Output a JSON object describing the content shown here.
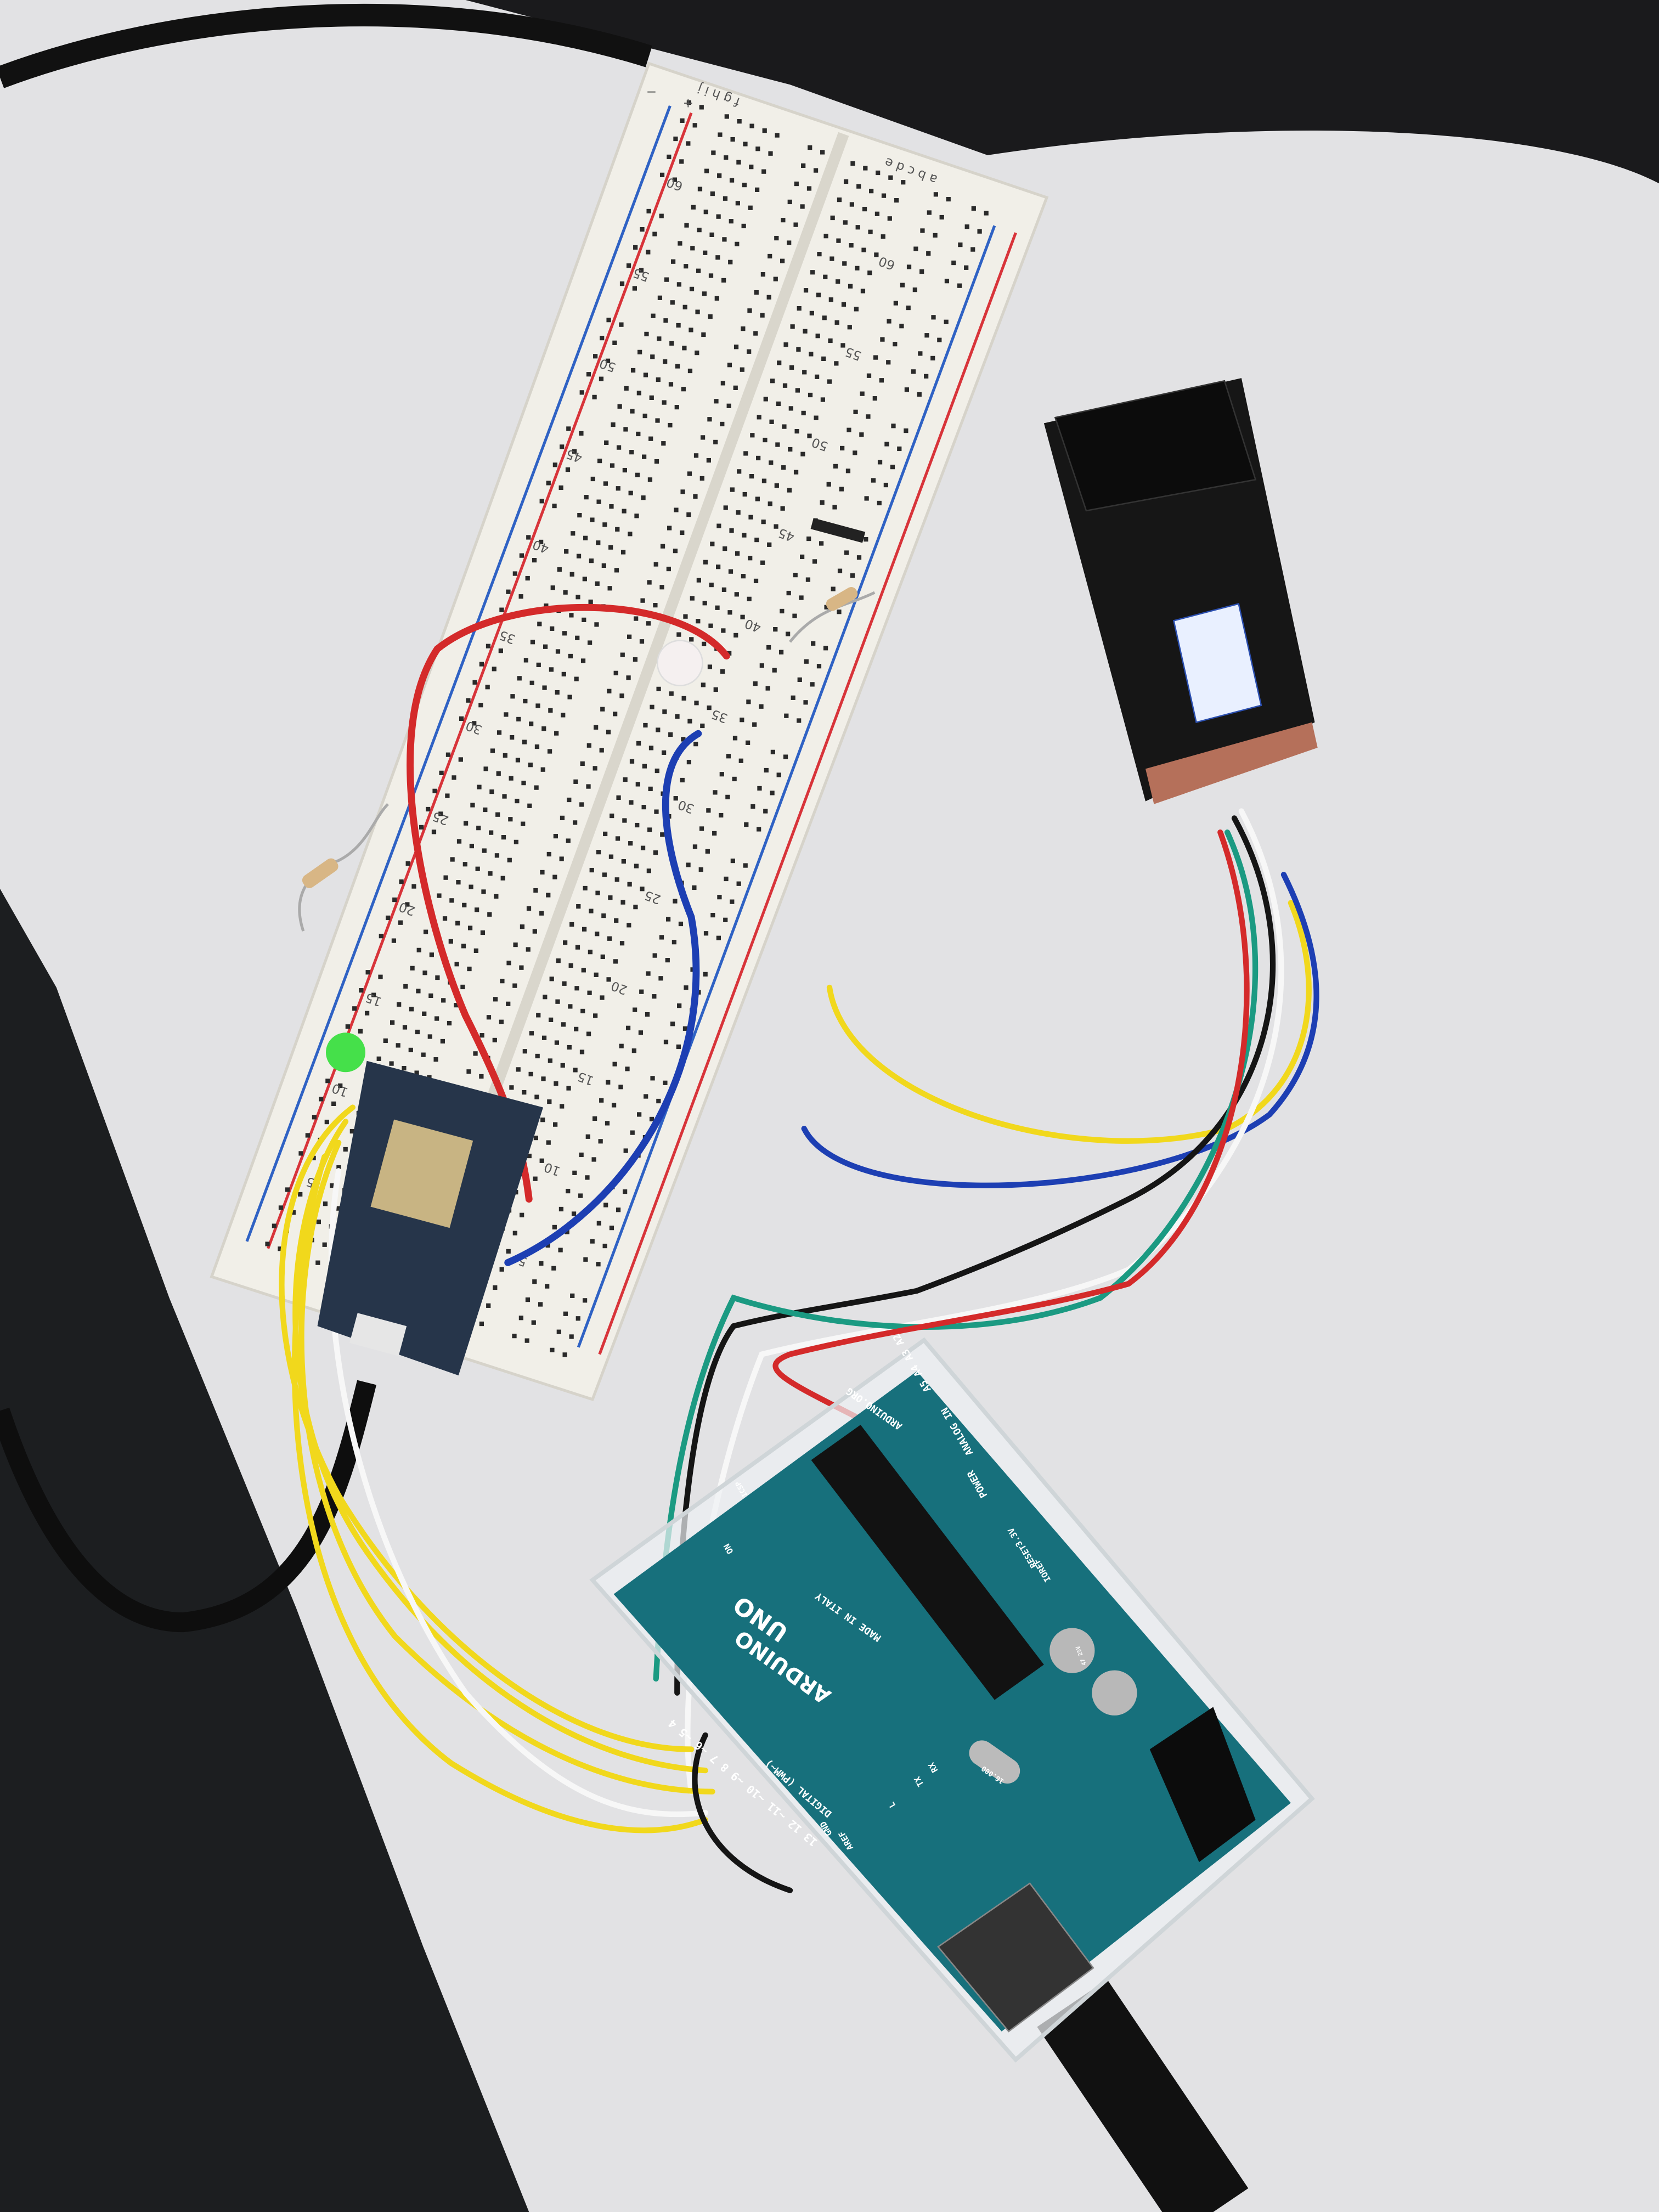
{
  "scene": {
    "description_type": "photo",
    "colors": {
      "table": "#e2e2e4",
      "floor": "#1c1e20",
      "breadboard": "#f1efe8",
      "rail_red": "#d8343a",
      "rail_blue": "#2f62c4",
      "arduino_board": "#17707c",
      "sensor": "#161616",
      "photon": "#26354a",
      "wire_yellow": "#f1d81c",
      "wire_red": "#d42a2a",
      "wire_blue": "#1d3fb3",
      "wire_green": "#1b9a82",
      "wire_white": "#f7f7f7",
      "wire_black": "#151515",
      "led_green": "#45e04a"
    }
  },
  "breadboard": {
    "row_numbers": [
      "5",
      "10",
      "15",
      "20",
      "25",
      "30",
      "35",
      "40",
      "45",
      "50",
      "55",
      "60"
    ],
    "column_letters_left": "a b c d e",
    "column_letters_right": "f g h i j",
    "rail_plus": "+",
    "rail_minus": "−"
  },
  "arduino": {
    "brand": "ARDUINO",
    "model": "UNO",
    "made_in": "MADE IN ITALY",
    "site": "ARDUINO.ORG",
    "digital_label": "DIGITAL (PWM~)",
    "power_label": "POWER",
    "analog_label": "ANALOG IN",
    "aref": "AREF",
    "gnd": "GND",
    "reset": "RESET",
    "ioref": "IOREF",
    "v33": "3.3V",
    "tx": "TX",
    "rx": "RX",
    "on": "ON",
    "l": "L",
    "icsp": "ICSP",
    "crystal": "16.000",
    "capacitor": "47 25V",
    "digital_pins": "13 12 ~11 ~10 ~9 8  7 ~6 ~5 4",
    "analog_pins": "A5 A4 A3 A2"
  }
}
